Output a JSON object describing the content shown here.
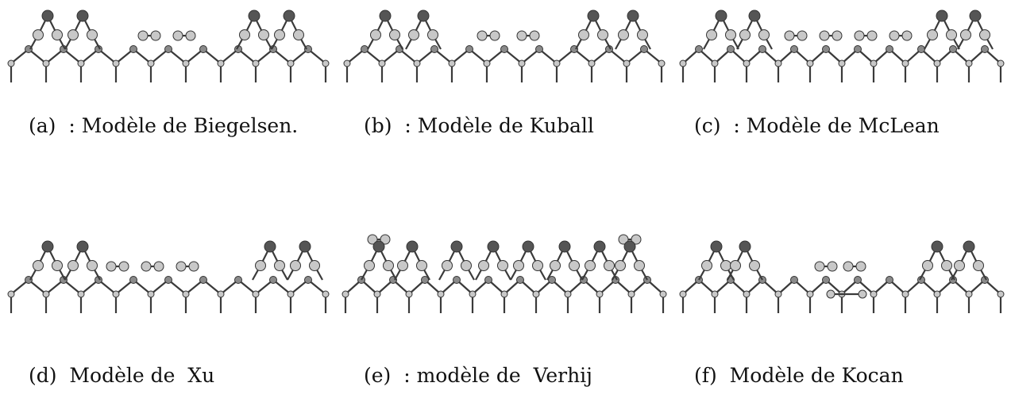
{
  "panels": [
    {
      "key": "a",
      "tag": "(a)",
      "caption": ": Modèle de Biegelsen."
    },
    {
      "key": "b",
      "tag": "(b)",
      "caption": ": Modèle de Kuball"
    },
    {
      "key": "c",
      "tag": "(c)",
      "caption": ": Modèle de McLean"
    },
    {
      "key": "d",
      "tag": "(d)",
      "caption": "Modèle de  Xu"
    },
    {
      "key": "e",
      "tag": "(e)",
      "caption": ": modèle de  Verhij"
    },
    {
      "key": "f",
      "tag": "(f)",
      "caption": "Modèle de Kocan"
    }
  ],
  "colors": {
    "bond": "#3a3a3a",
    "dark_atom": "#555555",
    "light_atom": "#c8c8c8",
    "mid_atom": "#8a8a8a",
    "text": "#111111"
  }
}
